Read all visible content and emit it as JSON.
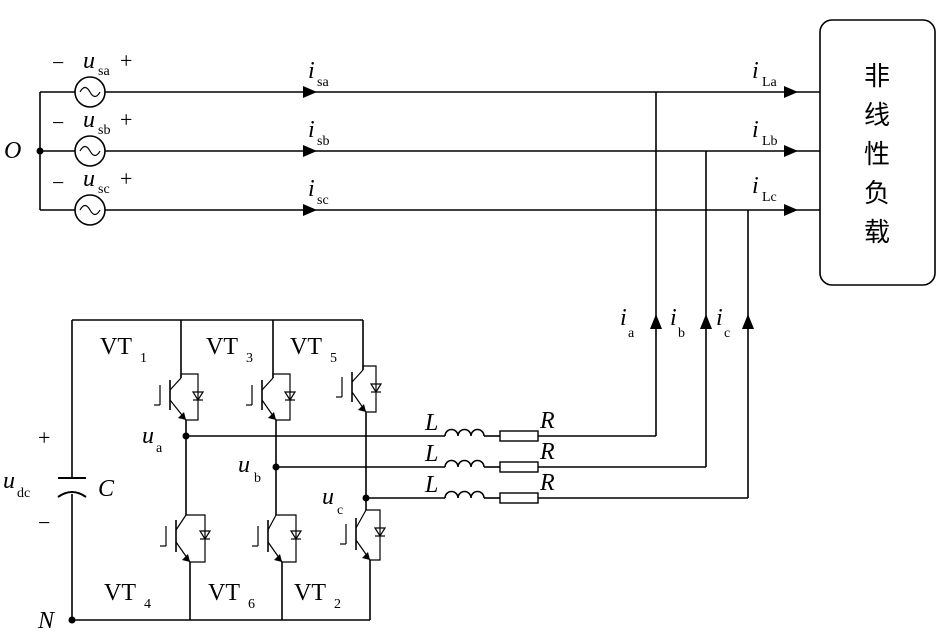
{
  "sources": [
    {
      "sym": "u",
      "sub": "sa",
      "minus": "−",
      "plus": "+"
    },
    {
      "sym": "u",
      "sub": "sb",
      "minus": "−",
      "plus": "+"
    },
    {
      "sym": "u",
      "sub": "sc",
      "minus": "−",
      "plus": "+"
    }
  ],
  "neutral_source": "O",
  "neutral_dc": "N",
  "line_currents": [
    {
      "sym": "i",
      "sub": "sa"
    },
    {
      "sym": "i",
      "sub": "sb"
    },
    {
      "sym": "i",
      "sub": "sc"
    }
  ],
  "load_currents": [
    {
      "sym": "i",
      "sub": "La"
    },
    {
      "sym": "i",
      "sub": "Lb"
    },
    {
      "sym": "i",
      "sub": "Lc"
    }
  ],
  "load": {
    "chars": [
      "非",
      "线",
      "性",
      "负",
      "载"
    ]
  },
  "comp_currents": [
    {
      "sym": "i",
      "sub": "a"
    },
    {
      "sym": "i",
      "sub": "b"
    },
    {
      "sym": "i",
      "sub": "c"
    }
  ],
  "switches_top": [
    {
      "main": "VT",
      "sub": "1"
    },
    {
      "main": "VT",
      "sub": "3"
    },
    {
      "main": "VT",
      "sub": "5"
    }
  ],
  "switches_bottom": [
    {
      "main": "VT",
      "sub": "4"
    },
    {
      "main": "VT",
      "sub": "6"
    },
    {
      "main": "VT",
      "sub": "2"
    }
  ],
  "phase_voltages": [
    {
      "sym": "u",
      "sub": "a"
    },
    {
      "sym": "u",
      "sub": "b"
    },
    {
      "sym": "u",
      "sub": "c"
    }
  ],
  "inductor_label": "L",
  "resistor_label": "R",
  "capacitor": {
    "label": "C",
    "plus": "+",
    "minus": "−",
    "sym": "u",
    "sub": "dc"
  }
}
